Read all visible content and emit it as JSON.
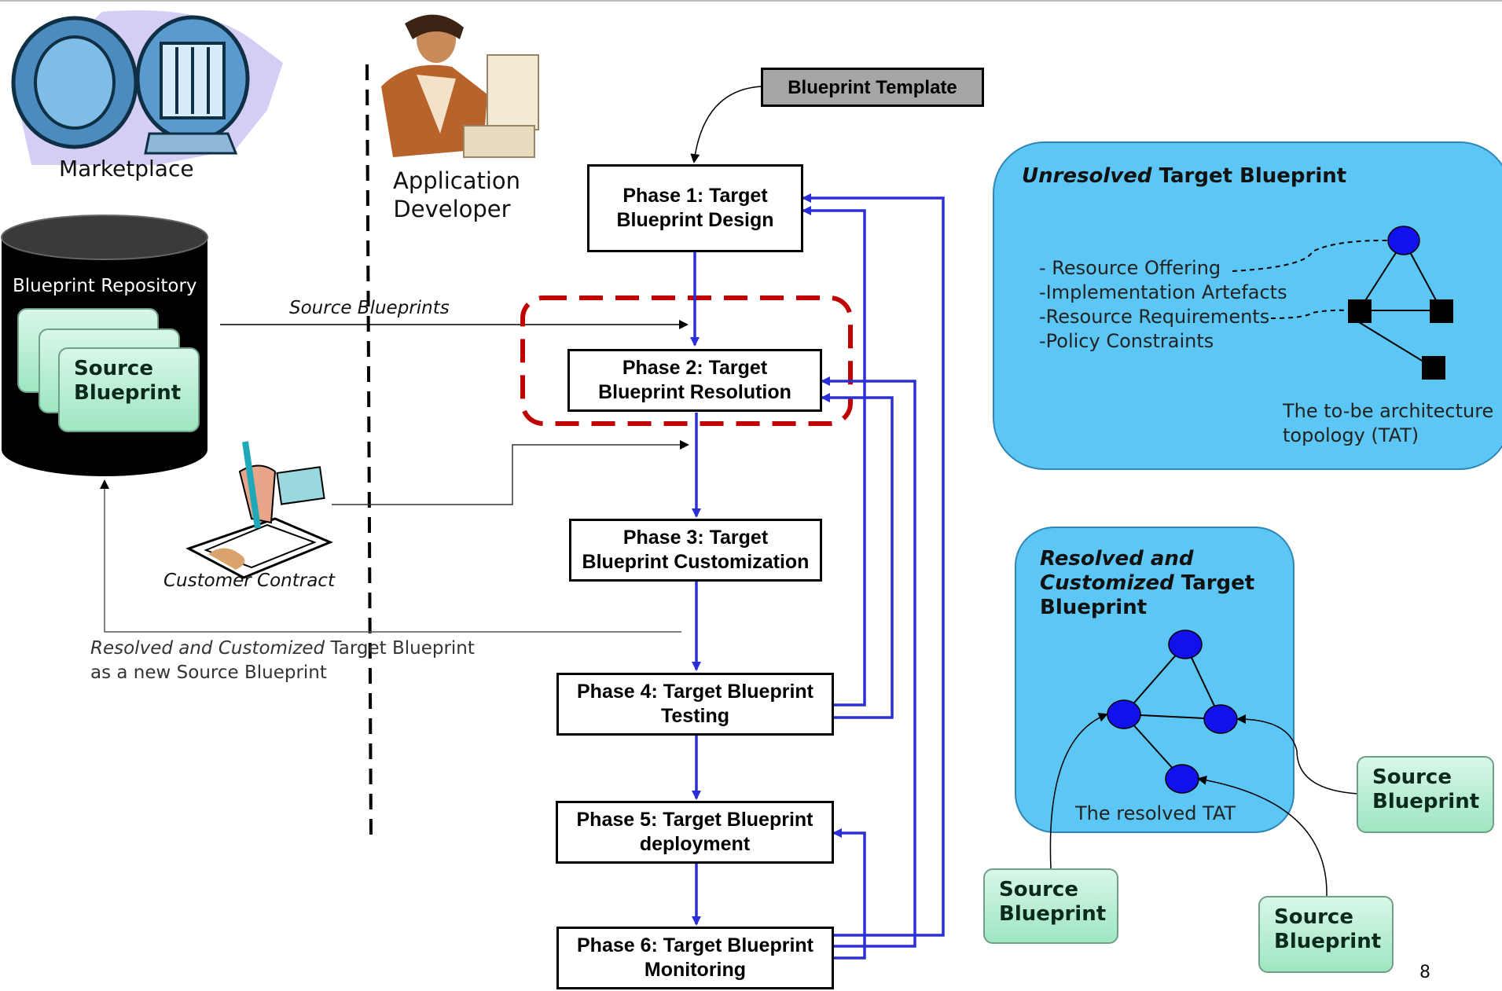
{
  "actors": {
    "marketplace": "Marketplace",
    "app_developer_line1": "Application",
    "app_developer_line2": "Developer",
    "repository": "Blueprint Repository",
    "customer_contract": "Customer Contract"
  },
  "flow": {
    "template": "Blueprint Template",
    "source_blueprints_label": "Source Blueprints",
    "feedback_italic": "Resolved and Customized",
    "feedback_rest": " Target Blueprint",
    "feedback_line2": "as a new Source Blueprint",
    "phases": [
      {
        "line1": "Phase 1: Target",
        "line2": "Blueprint Design"
      },
      {
        "line1": "Phase 2: Target",
        "line2": "Blueprint Resolution"
      },
      {
        "line1": "Phase 3: Target",
        "line2": "Blueprint Customization"
      },
      {
        "line1": "Phase 4: Target Blueprint",
        "line2": "Testing"
      },
      {
        "line1": "Phase 5: Target Blueprint",
        "line2": "deployment"
      },
      {
        "line1": "Phase 6: Target Blueprint",
        "line2": "Monitoring"
      }
    ]
  },
  "source_blueprint": {
    "line1": "Source",
    "line2": "Blueprint"
  },
  "unresolved_panel": {
    "title_italic": "Unresolved",
    "title_rest": " Target Blueprint",
    "items": [
      "- Resource Offering",
      "-Implementation Artefacts",
      "-Resource Requirements",
      "-Policy Constraints"
    ],
    "caption_line1": "The to-be  architecture",
    "caption_line2": "topology (TAT)"
  },
  "resolved_panel": {
    "title_line1": "Resolved and",
    "title_line2_italic": "Customized",
    "title_line2_rest": " Target",
    "title_line3": "Blueprint",
    "caption": "The resolved TAT"
  },
  "page_number": "8",
  "colors": {
    "flow_arrow": "#2b2fd6",
    "panel_fill": "#5cc6f5",
    "highlight_dash": "#c00000",
    "node_fill": "#1111ee",
    "source_fill": "#a6e8c8"
  }
}
